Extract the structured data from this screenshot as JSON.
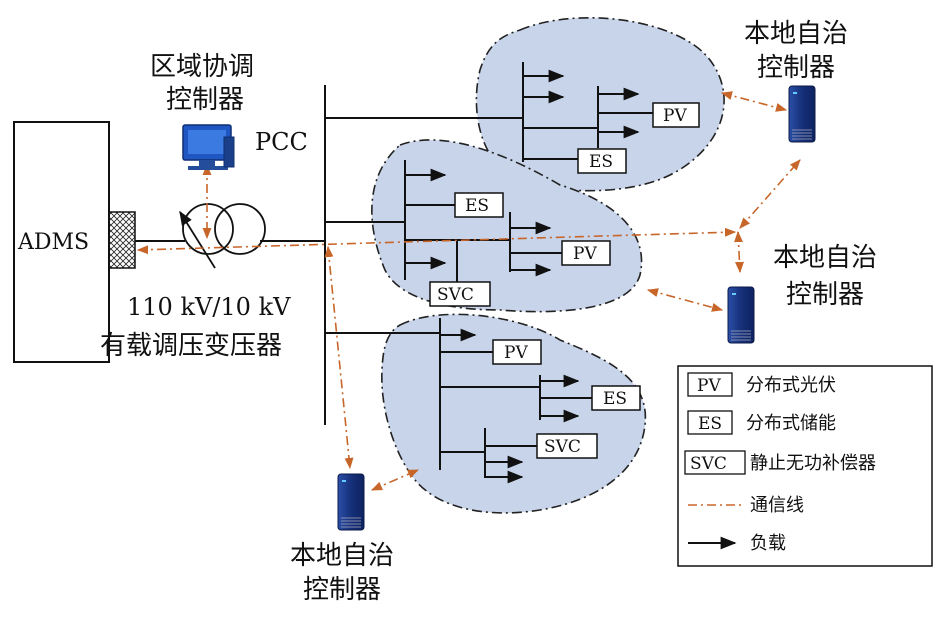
{
  "colors": {
    "cluster_fill": "#c8d4ea",
    "comm_line": "#c8662a",
    "controller_body": "#1f3d8f",
    "wire": "#111111"
  },
  "labels": {
    "regional_controller": [
      "区域协调",
      "控制器"
    ],
    "pcc": "PCC",
    "admS": "ADMS",
    "transformer": [
      "110 kV/10 kV",
      "有载调压变压器"
    ],
    "local_controller": [
      "本地自治",
      "控制器"
    ],
    "pv": "PV",
    "es": "ES",
    "svc": "SVC"
  },
  "legend": {
    "items": [
      {
        "symbol": "PV",
        "label": "分布式光伏"
      },
      {
        "symbol": "ES",
        "label": "分布式储能"
      },
      {
        "symbol": "SVC",
        "label": "静止无功补偿器"
      },
      {
        "symbol": "comm-line",
        "label": "通信线"
      },
      {
        "symbol": "load-arrow",
        "label": "负载"
      }
    ]
  },
  "icons": {
    "regional": "computer-icon",
    "local": "controller-icon",
    "interface": "interface-box-icon",
    "transformer": "transformer-icon"
  }
}
